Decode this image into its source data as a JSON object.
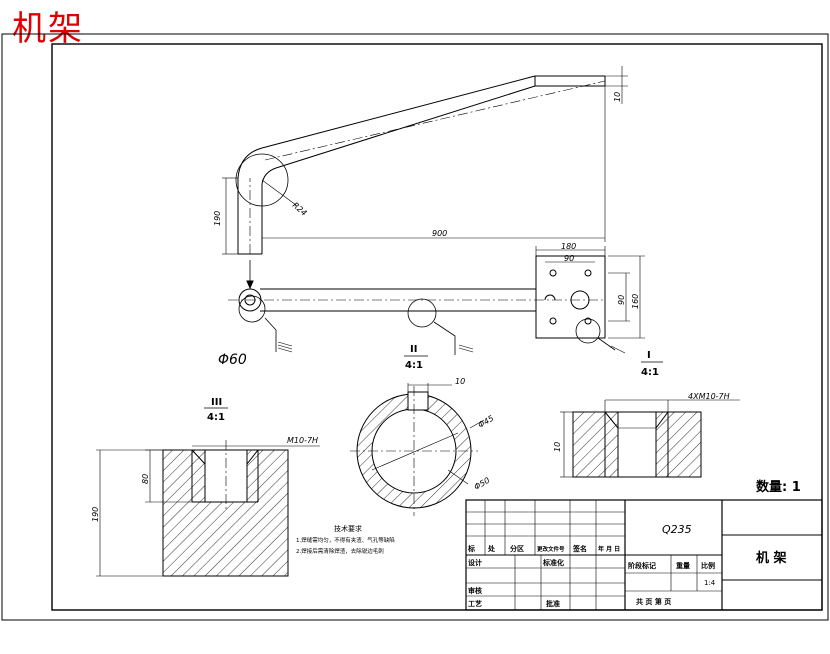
{
  "title": "机架",
  "quantity": "数量: 1",
  "material": "Q235",
  "part_name": "机 架",
  "views": {
    "I": {
      "roman": "I",
      "scale": "4:1"
    },
    "II": {
      "roman": "II",
      "scale": "4:1"
    },
    "III": {
      "roman": "III",
      "scale": "4:1"
    }
  },
  "dimensions": {
    "top_10": "10",
    "radius": "R24",
    "height_190": "190",
    "length_900": "900",
    "w_180": "180",
    "w_90": "90",
    "h_90": "90",
    "h_160": "160",
    "phi60": "Φ60",
    "key_10": "10",
    "phi45": "Φ45",
    "phi50": "Φ50",
    "thread_4x": "4XM10-7H",
    "block_10": "10",
    "thread_m10": "M10-7H",
    "h_80": "80",
    "h_190b": "190"
  },
  "notes": [
    "技术要求",
    "1.焊缝需均匀，不得有夹渣、气孔等缺陷",
    "2.焊接后需清除焊渣，去除锐边毛刺"
  ],
  "title_block": {
    "row_labels": [
      "标",
      "处",
      "分区",
      "更改文件号",
      "签名",
      "年 月 日"
    ],
    "design": "设计",
    "standardize": "标准化",
    "review": "审核",
    "process": "工艺",
    "approve": "批准",
    "stage_mark": "阶段标记",
    "weight": "重量",
    "ratio": "比例",
    "ratio_value": "1:4",
    "sheets": "共   页   第   页"
  }
}
